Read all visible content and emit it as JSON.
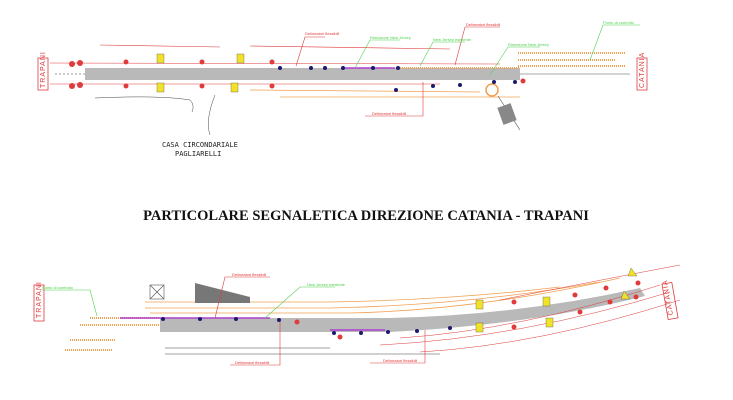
{
  "title": "PARTICOLARE SEGNALETICA DIREZIONE CATANIA - TRAPANI",
  "top_plan": {
    "left_end": "TRAPANI",
    "right_end": "CATANIA",
    "building_label_line1": "CASA CIRCONDARIALE",
    "building_label_line2": "PAGLIARELLI",
    "callouts": [
      "Delineatori flessibili",
      "Delineatori flessibili",
      "Delineatori flessibili",
      "Rimozione New Jersey",
      "New Jersey esistente",
      "Rimozione New Jersey",
      "Punto di controllo"
    ]
  },
  "bottom_plan": {
    "left_end": "TRAPANI",
    "right_end": "CATANIA",
    "callouts": [
      "Delineatori flessibili",
      "Delineatori flessibili",
      "Delineatori flessibili",
      "New Jersey esistente",
      "Punto di controllo"
    ]
  },
  "colors": {
    "road": "#b9b9b9",
    "red": "#e03a3a",
    "orange": "#f0a050",
    "green": "#4fd04f",
    "navy": "#1a1a6e",
    "yellow": "#f2e12a"
  }
}
